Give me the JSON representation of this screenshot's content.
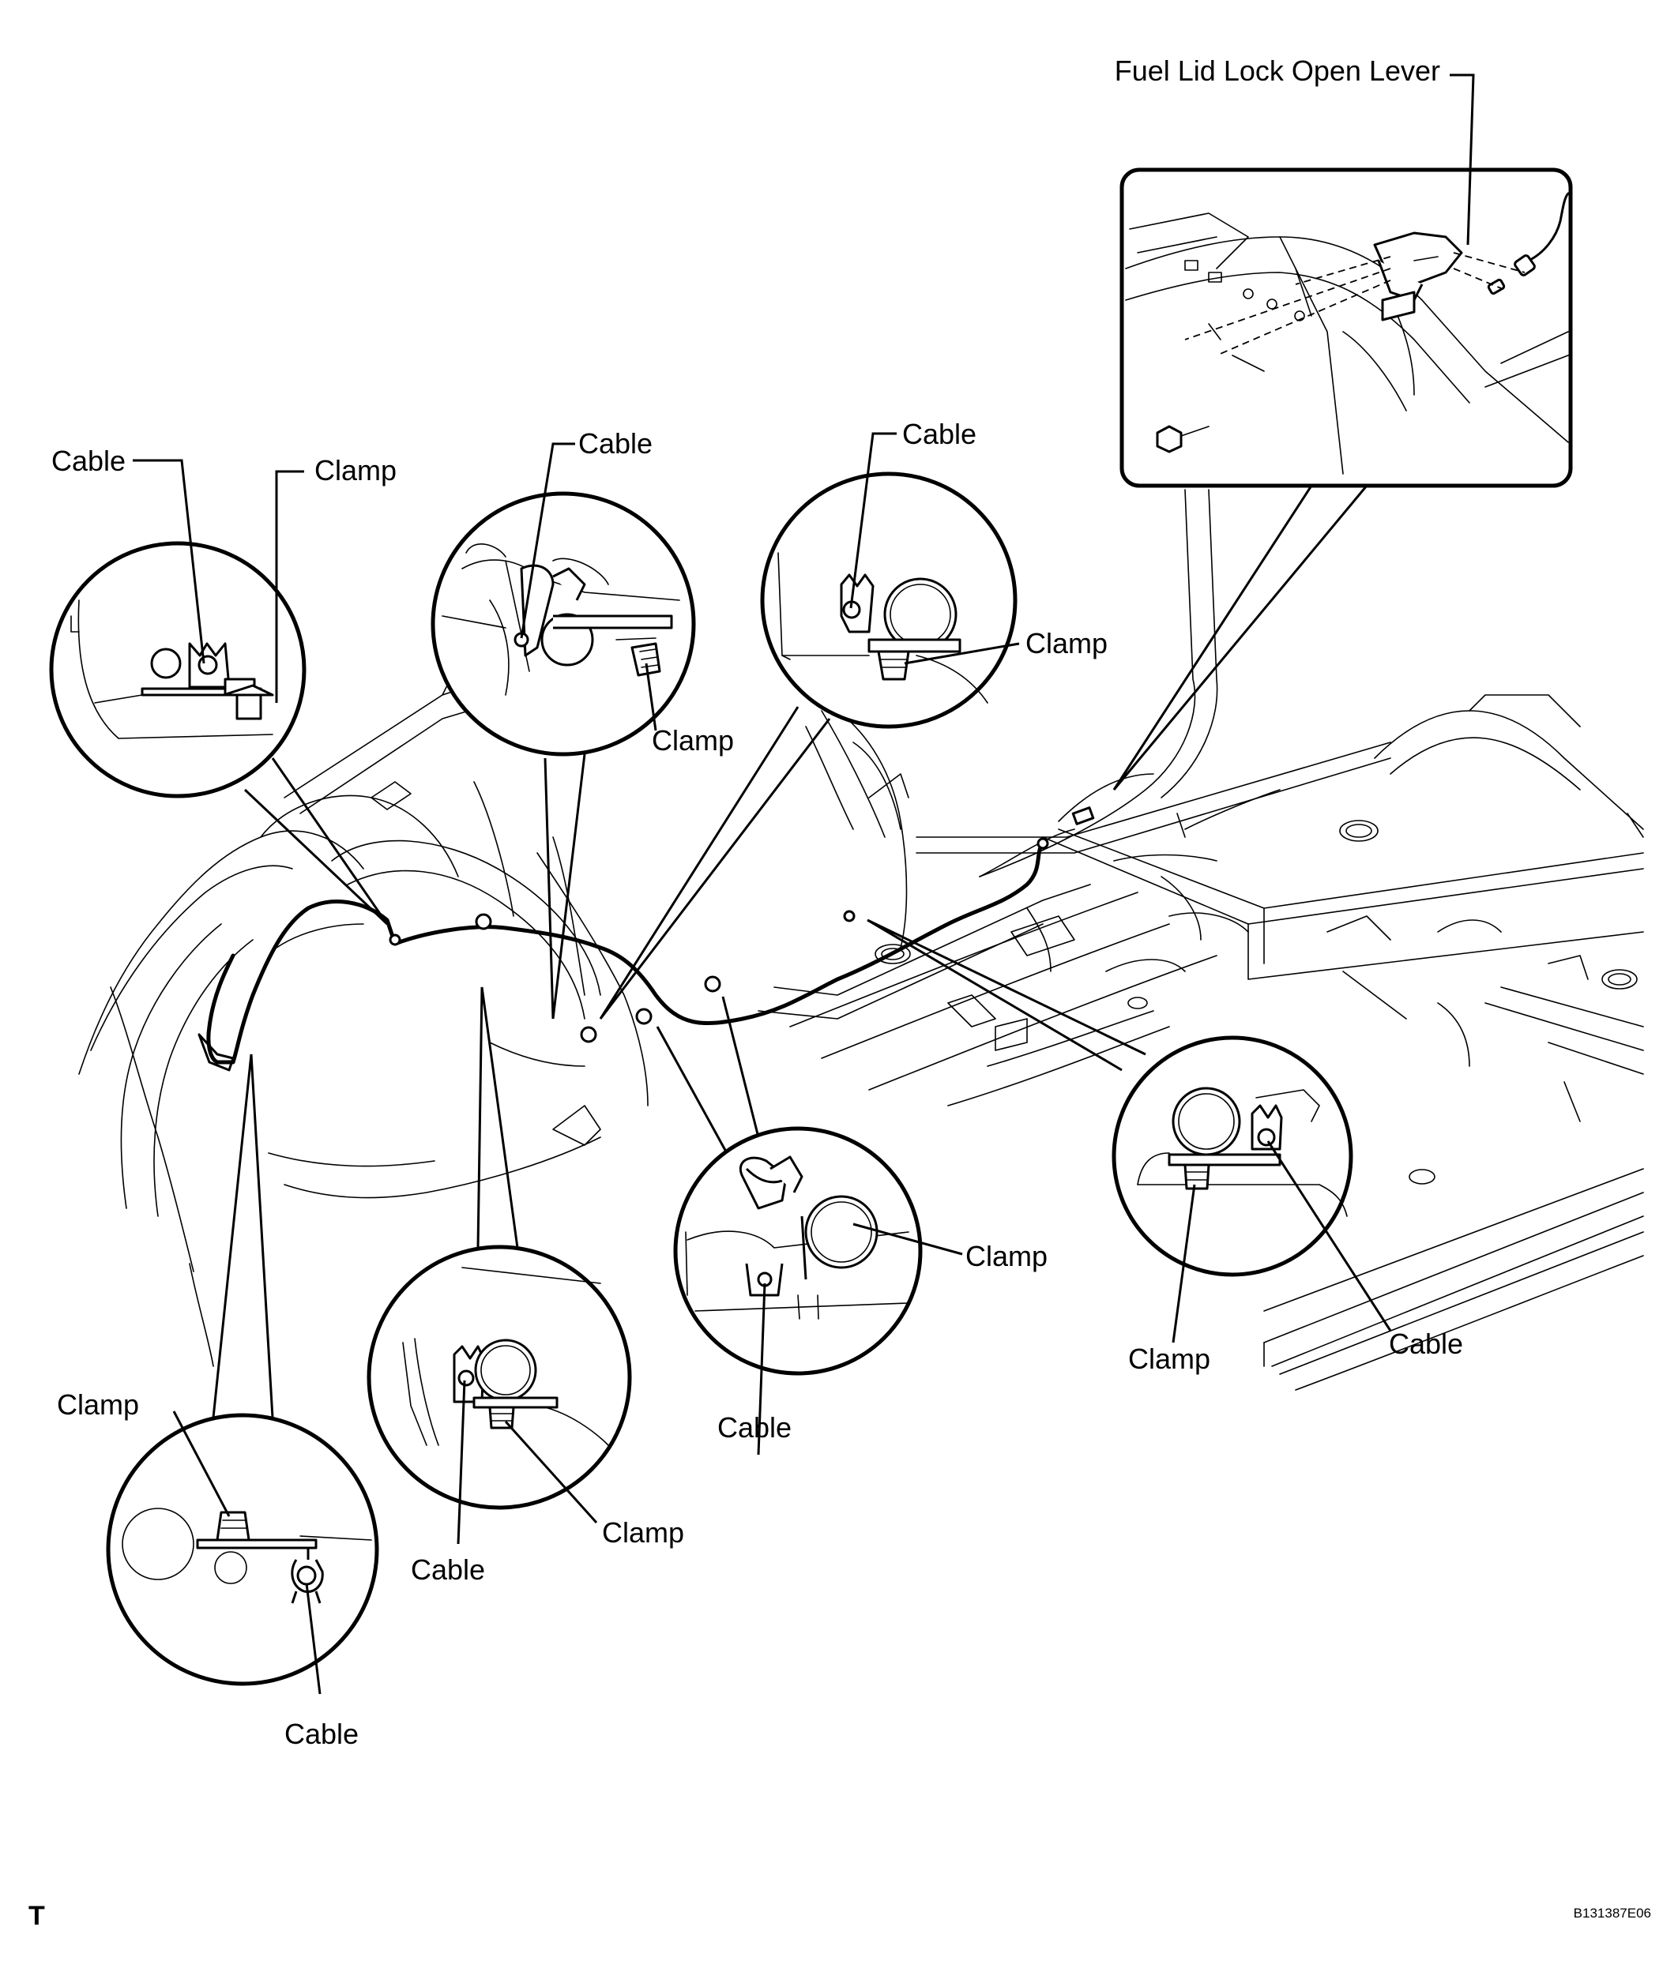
{
  "labels": {
    "fuel_lid_lever": "Fuel Lid Lock Open Lever",
    "cable": "Cable",
    "clamp": "Clamp"
  },
  "corner_marks": {
    "view_letter": "T",
    "figure_code": "B131387E06"
  }
}
